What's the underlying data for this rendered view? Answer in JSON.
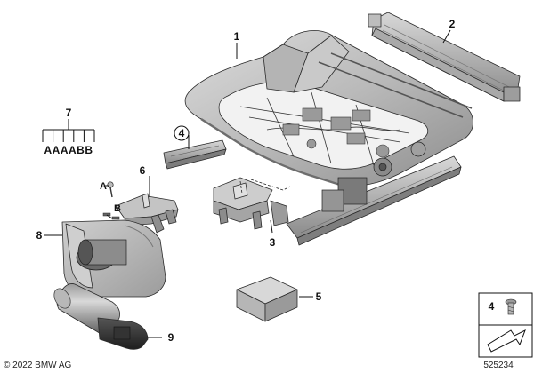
{
  "callouts": {
    "c1": "1",
    "c2": "2",
    "c3": "3",
    "c4": "4",
    "c5": "5",
    "c6": "6",
    "c7": "7",
    "c8": "8",
    "c9": "9"
  },
  "variant_letters": "AAAABB",
  "sub_labels": {
    "a": "A",
    "b": "B"
  },
  "legend_box": {
    "number": "4"
  },
  "copyright": "© 2022 BMW AG",
  "diagram_id": "525234"
}
